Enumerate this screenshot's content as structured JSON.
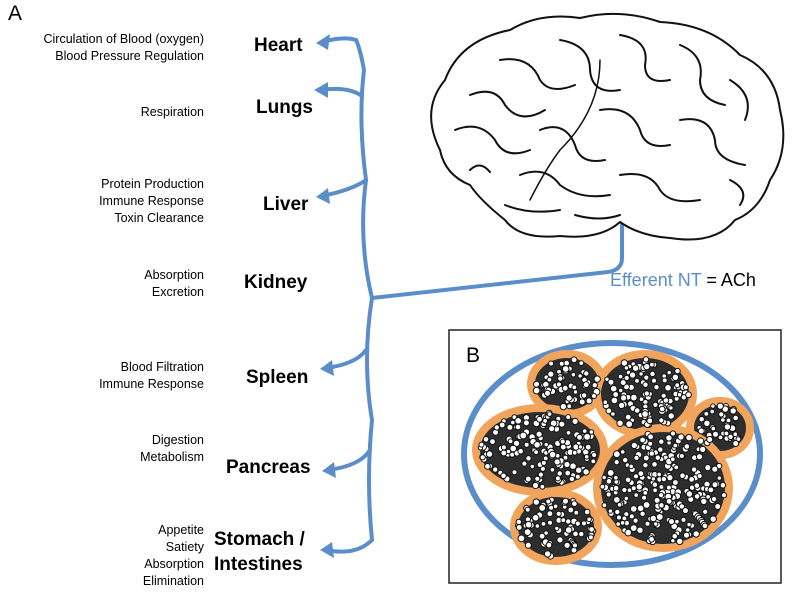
{
  "panels": {
    "a": "A",
    "b": "B"
  },
  "organs": [
    {
      "name": "Heart",
      "functions": [
        "Circulation of Blood (oxygen)",
        "Blood Pressure Regulation"
      ]
    },
    {
      "name": "Lungs",
      "functions": [
        "Respiration"
      ]
    },
    {
      "name": "Liver",
      "functions": [
        "Protein Production",
        "Immune Response",
        "Toxin Clearance"
      ]
    },
    {
      "name": "Kidney",
      "functions": [
        "Absorption",
        "Excretion"
      ]
    },
    {
      "name": "Spleen",
      "functions": [
        "Blood Filtration",
        "Immune Response"
      ]
    },
    {
      "name": "Pancreas",
      "functions": [
        "Digestion",
        "Metabolism"
      ]
    },
    {
      "name_lines": [
        "Stomach /",
        "Intestines"
      ],
      "functions": [
        "Appetite",
        "Satiety",
        "Absorption",
        "Elimination"
      ]
    }
  ],
  "efferent": {
    "label": "Efferent NT",
    "equals": " = ",
    "transmitter": "ACh"
  },
  "colors": {
    "nerve": "#5b8ec9",
    "perineurium": "#f0a45c",
    "brain_outline": "#111111"
  }
}
